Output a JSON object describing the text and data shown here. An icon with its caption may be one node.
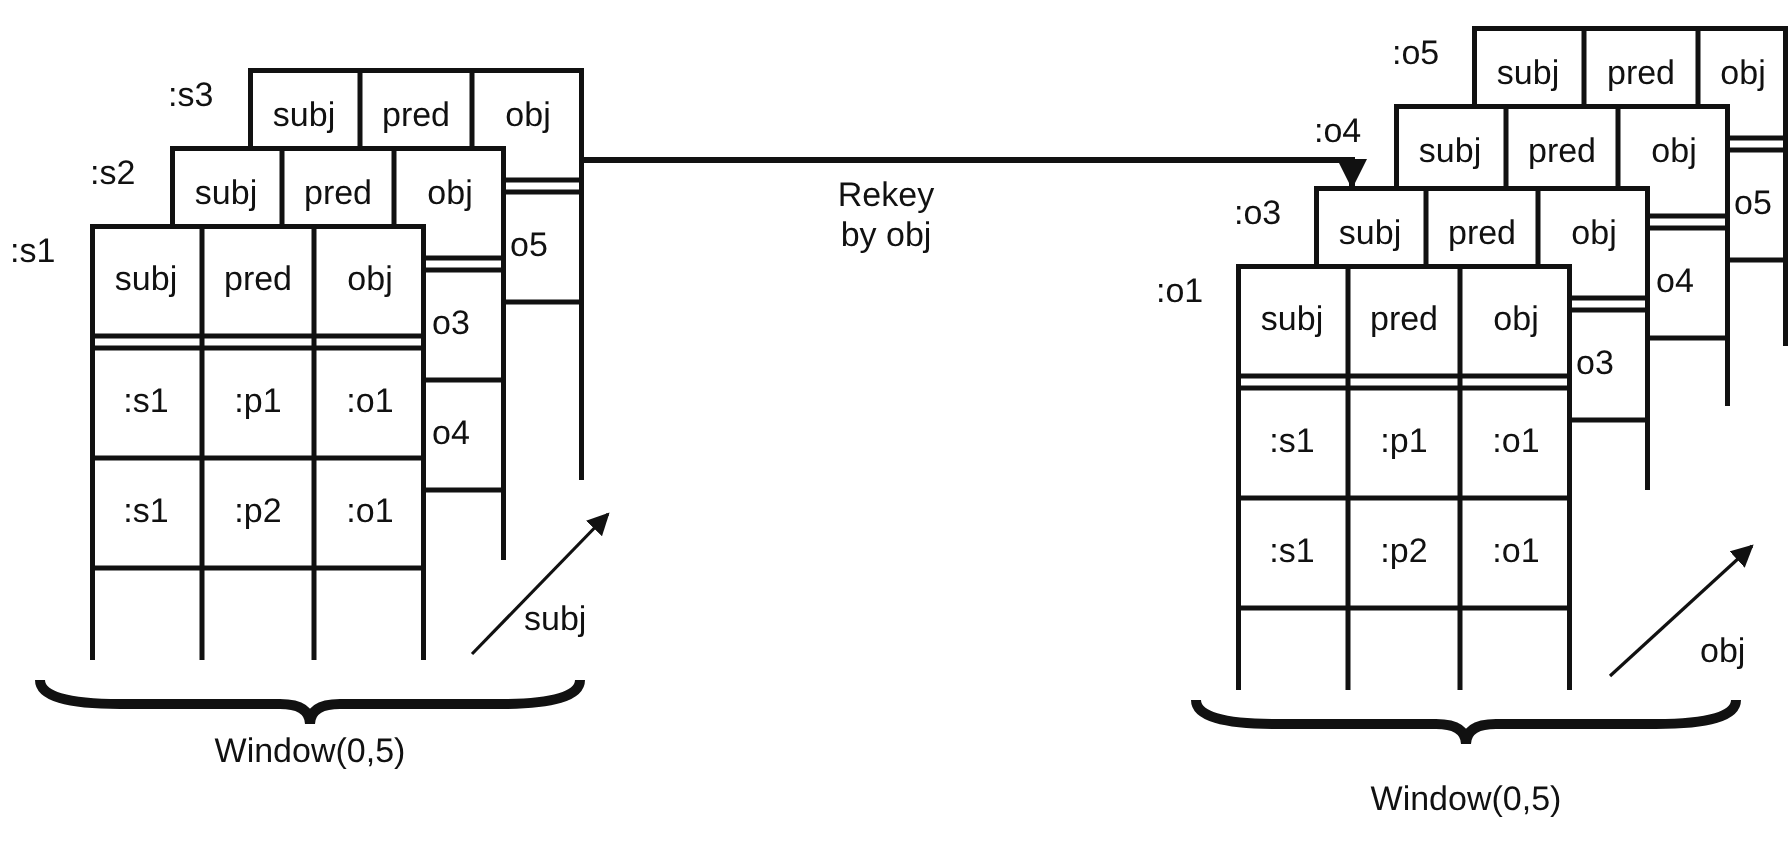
{
  "diagram": {
    "nodes": [
      {
        "text": [
          ":s3",
          "subj",
          "pred",
          "obj"
        ]
      },
      {
        "text": [
          ":s2",
          "subj",
          "pred",
          "obj"
        ]
      },
      {
        "text": [
          ":s1",
          "subj",
          "pred",
          "obj",
          ":s1",
          ":p1",
          ":o1",
          ":s1",
          ":p2",
          ":o1"
        ]
      },
      {
        "text": [
          ":o5",
          "subj",
          "pred",
          "obj"
        ]
      },
      {
        "text": [
          ":o4",
          "subj",
          "pred",
          "obj"
        ]
      },
      {
        "text": [
          ":o3",
          "subj",
          "pred",
          "obj"
        ]
      },
      {
        "text": [
          ":o1",
          "subj",
          "pred",
          "obj",
          ":s1",
          ":p1",
          ":o1",
          ":s1",
          ":p2",
          ":o1"
        ]
      }
    ],
    "edges": [
      {
        "from": 0,
        "to": 5,
        "arrow": "to",
        "label": "Rekey by obj"
      }
    ],
    "labels": [
      "o5",
      "o3",
      "o4",
      "subj",
      "Window(0,5)",
      "o5",
      "o4",
      "o3",
      "obj",
      "Window(0,5)"
    ]
  }
}
